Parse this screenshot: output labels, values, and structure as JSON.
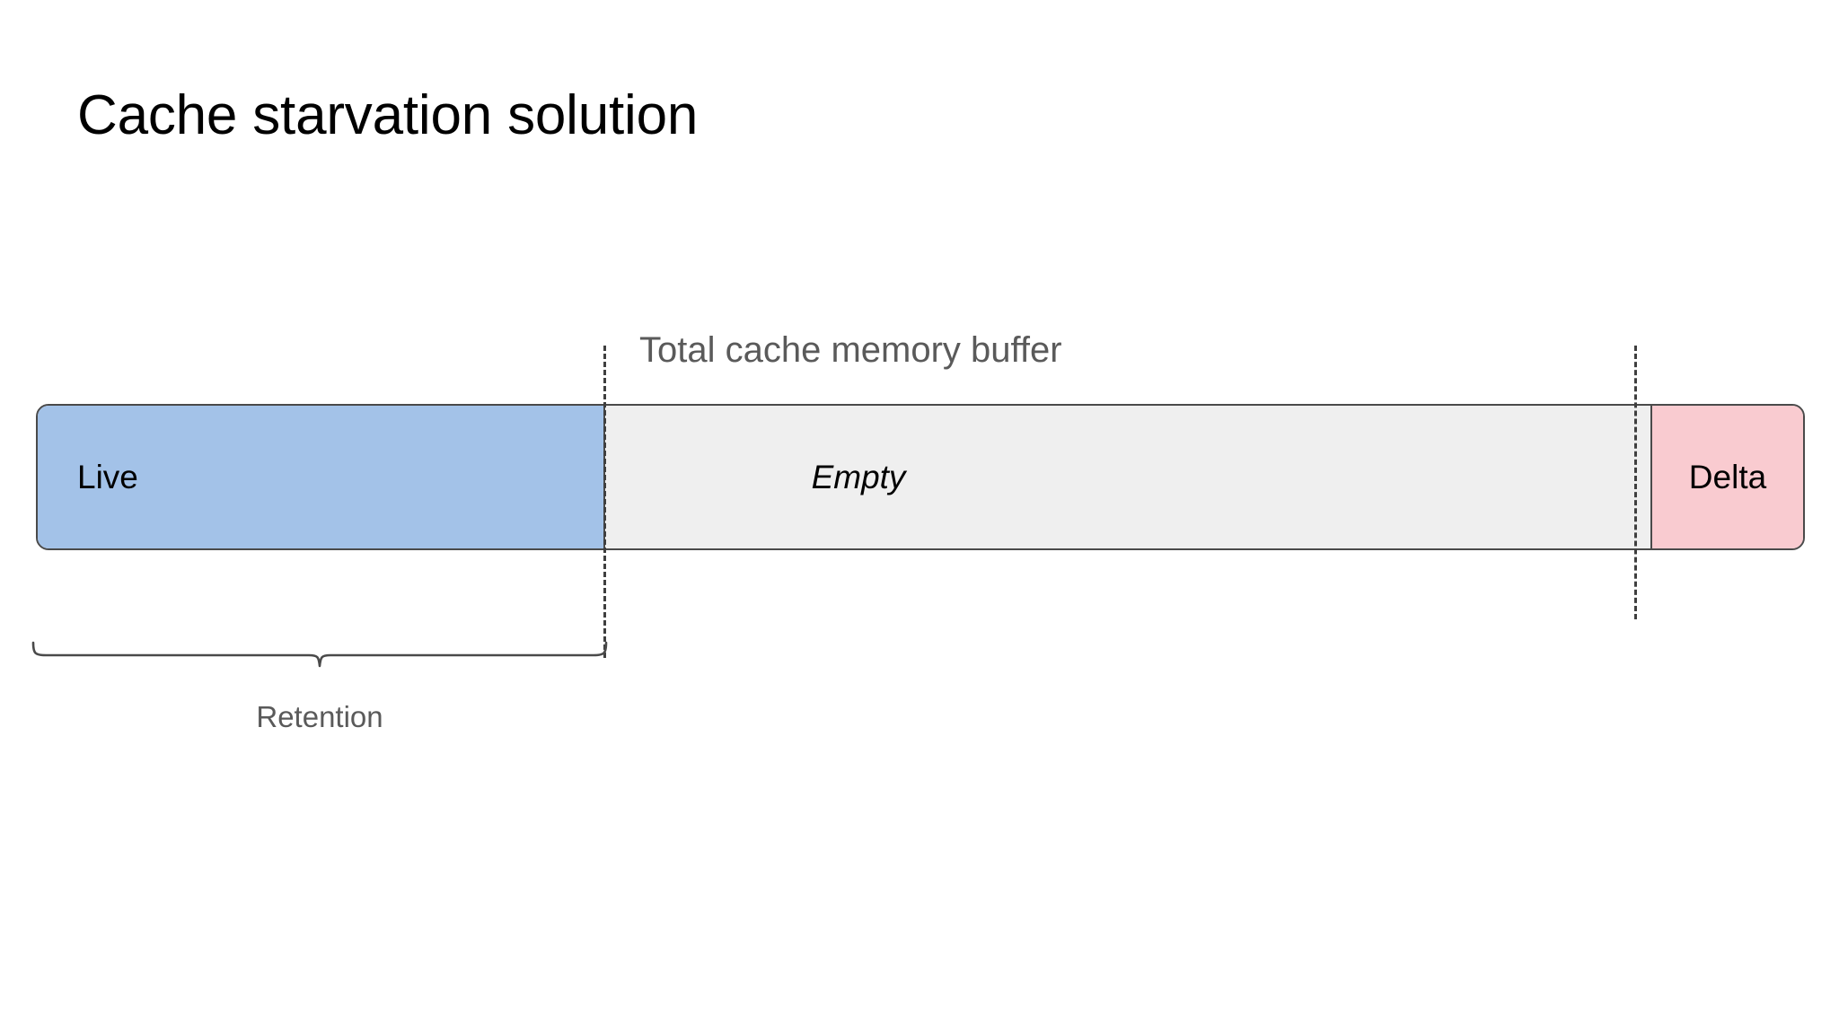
{
  "slide": {
    "title": "Cache starvation solution"
  },
  "diagram": {
    "caption": "Total cache memory buffer",
    "segments": [
      {
        "id": "live",
        "label": "Live",
        "color": "#a3c2e8"
      },
      {
        "id": "empty",
        "label": "Empty",
        "color": "#efefef"
      },
      {
        "id": "delta",
        "label": "Delta",
        "color": "#f9cbd0"
      }
    ],
    "brace": {
      "label": "Retention"
    },
    "colors": {
      "outline": "#4a4a4a",
      "guide_line": "#3f3f3f",
      "caption_text": "#5a5a5a",
      "segment_text": "#000000",
      "background": "#ffffff"
    }
  }
}
